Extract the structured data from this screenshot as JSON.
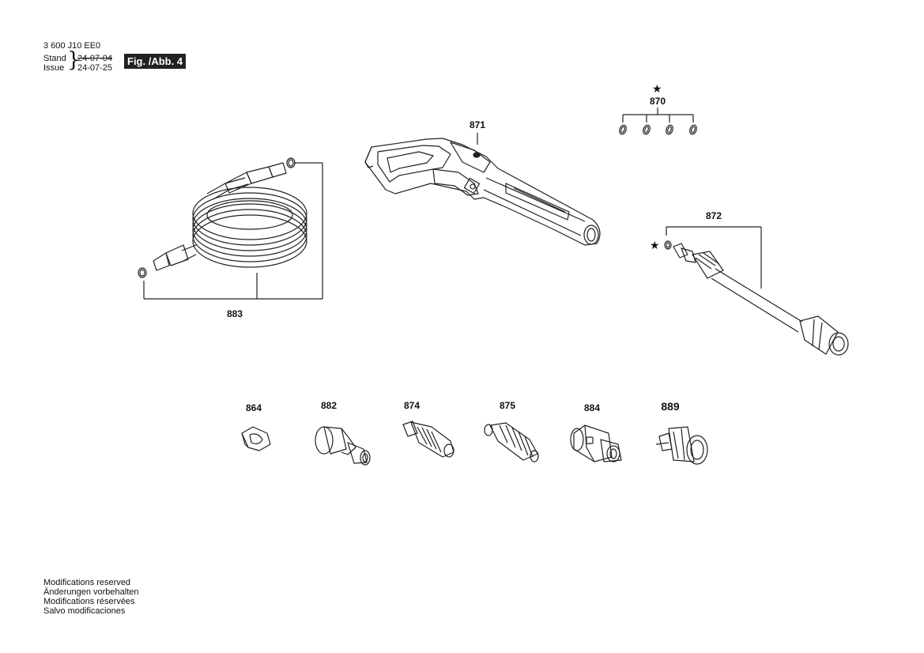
{
  "header": {
    "doc_number": "3 600 J10 EE0",
    "stand_label": "Stand",
    "issue_label": "Issue",
    "stand_date": "24-07-04",
    "issue_date": "24-07-25",
    "figure_label": "Fig. /Abb. 4"
  },
  "parts": {
    "p870": "870",
    "p871": "871",
    "p872": "872",
    "p883": "883",
    "p864": "864",
    "p882": "882",
    "p874": "874",
    "p875": "875",
    "p884": "884",
    "p889": "889"
  },
  "markers": {
    "star": "★"
  },
  "notes": [
    "Modifications reserved",
    "Änderungen vorbehalten",
    "Modifications réservées",
    "Salvo modificaciones"
  ]
}
